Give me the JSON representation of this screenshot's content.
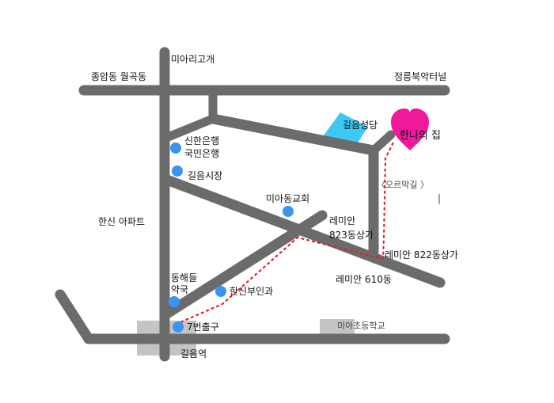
{
  "map": {
    "roads": {
      "top_left_label": "종암동 월곡동",
      "top_right_label": "정릉북악터널",
      "top_label": "미아리고개"
    },
    "places": {
      "church": "길음성당",
      "home": "한나의 집",
      "alley": "〈오르막길 〉",
      "bank_1": "신한은행",
      "bank_2": "국민은행",
      "market": "길음시장",
      "miadong_church": "미아동교회",
      "remian_823_1": "레미안",
      "remian_823_2": "823동상가",
      "remian_822": "레미안 822동상가",
      "remian_610": "레미안 610동",
      "hansin_apt": "한신 아파트",
      "pharmacy_1": "동해들",
      "pharmacy_2": "약국",
      "hansin_bldg": "한신부인과",
      "exit": "7번출구",
      "school": "미아초등학교",
      "station": "길음역"
    },
    "colors": {
      "road": "#6b6b6b",
      "route": "#e0202a",
      "poi": "#3a94f2",
      "home": "#f0189b",
      "church": "#3ec8f5",
      "block": "#c4c4c4"
    }
  }
}
